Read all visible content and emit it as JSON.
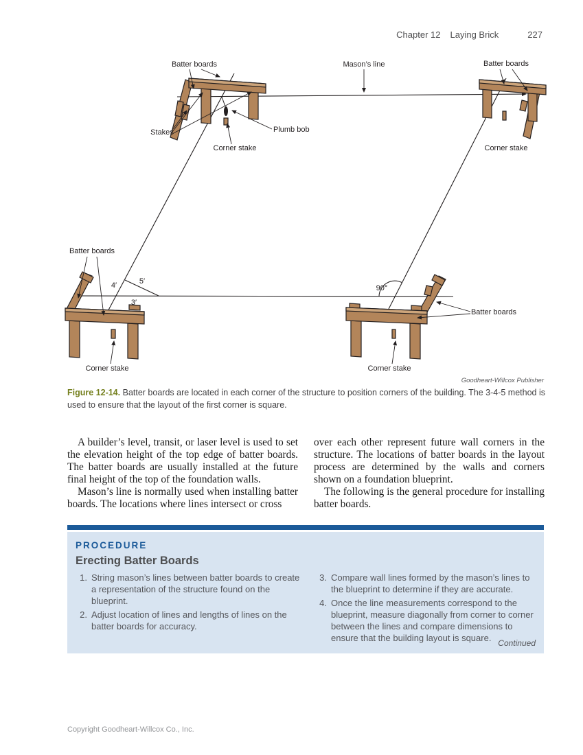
{
  "header": {
    "chapter": "Chapter 12",
    "section": "Laying Brick",
    "page": "227"
  },
  "figure": {
    "labels": {
      "batter_boards": "Batter boards",
      "masons_line": "Mason’s line",
      "stakes": "Stakes",
      "plumb_bob": "Plumb bob",
      "corner_stake": "Corner stake",
      "dim_4": "4′",
      "dim_5": "5′",
      "dim_3": "3′",
      "angle_90": "90°"
    },
    "credit": "Goodheart-Willcox Publisher",
    "caption_label": "Figure 12-14.",
    "caption_text": "Batter boards are located in each corner of the structure to position corners of the building. The 3-4-5 method is used to ensure that the layout of the first corner is square."
  },
  "body": {
    "left": [
      {
        "text": "A builder’s level, transit, or laser level is used to set the elevation height of the top edge of batter boards. The batter boards are usually installed at the future final height of the top of the foundation walls."
      },
      {
        "text": "Mason’s line is normally used when installing batter boards. The locations where lines intersect or cross"
      }
    ],
    "right": [
      {
        "text": "over each other represent future wall corners in the structure. The locations of batter boards in the layout process are determined by the walls and corners shown on a foundation blueprint."
      },
      {
        "text": "The following is the general procedure for installing batter boards."
      }
    ]
  },
  "procedure": {
    "kicker": "PROCEDURE",
    "title": "Erecting Batter Boards",
    "steps_left": [
      {
        "num": "1.",
        "text": "String mason’s lines between batter boards to create a representation of the structure found on the blueprint."
      },
      {
        "num": "2.",
        "text": "Adjust location of lines and lengths of lines on the batter boards for accuracy."
      }
    ],
    "steps_right": [
      {
        "num": "3.",
        "text": "Compare wall lines formed by the mason’s lines to the blueprint to determine if they are accurate."
      },
      {
        "num": "4.",
        "text": "Once the line measurements correspond to the blueprint, measure diagonally from corner to corner between the lines and compare dimensions to ensure that the building layout is square."
      }
    ],
    "continued": "Continued"
  },
  "footer": {
    "copyright": "Copyright Goodheart-Willcox Co., Inc."
  },
  "colors": {
    "accent_blue": "#1b5a99",
    "procedure_bg": "#d8e4f1",
    "figure_label_olive": "#75801e",
    "board_brown": "#b3855a",
    "board_light": "#cda57b"
  }
}
